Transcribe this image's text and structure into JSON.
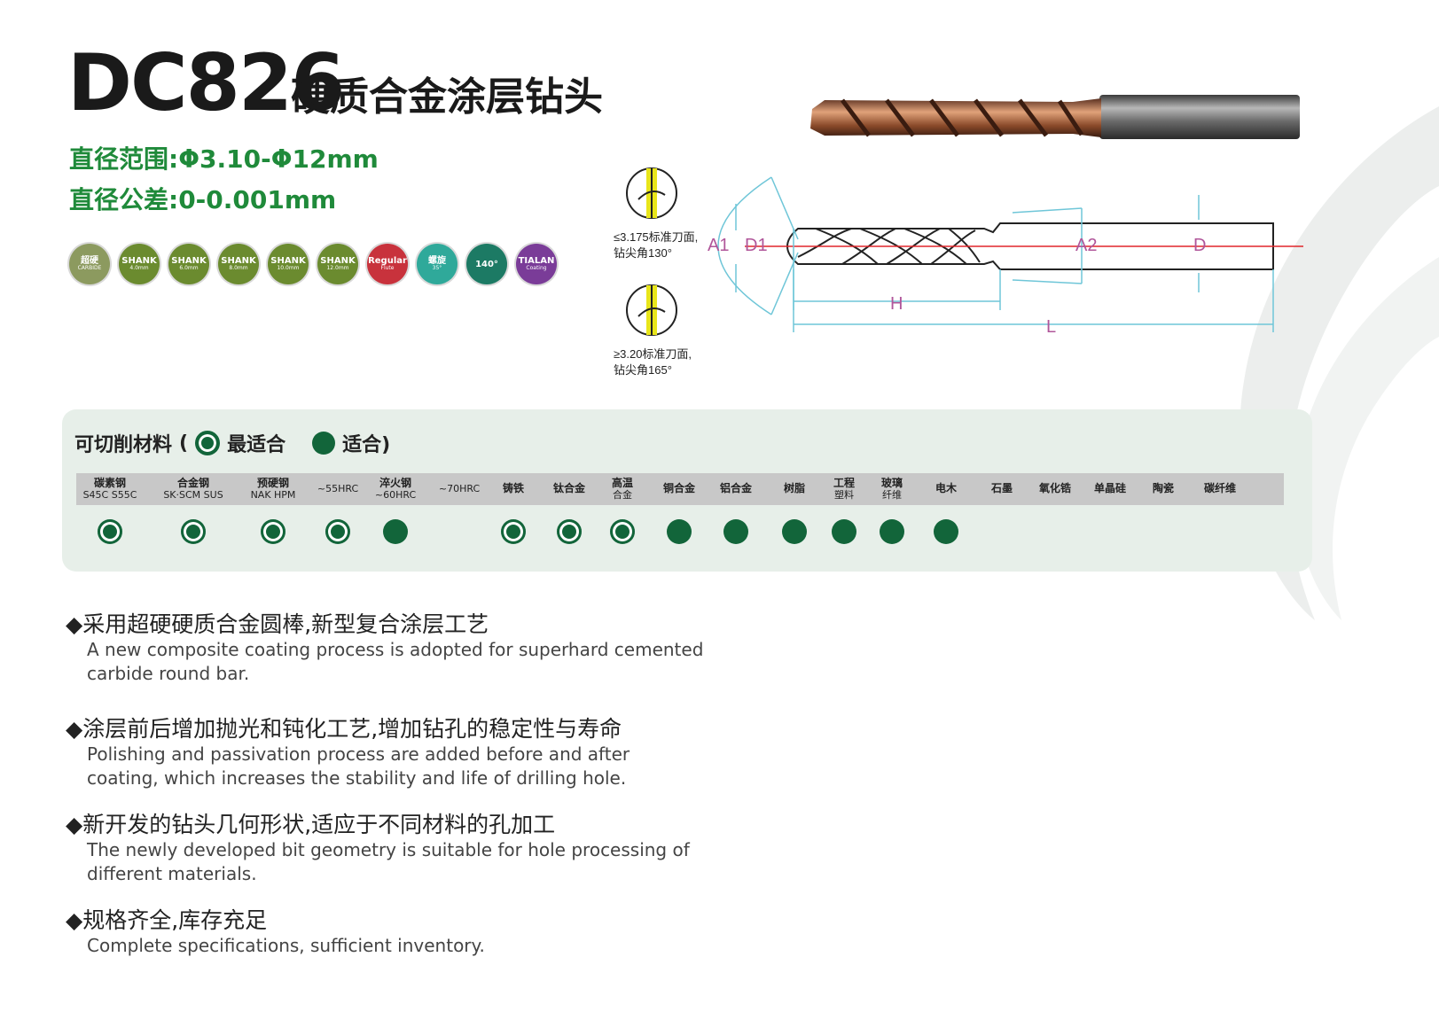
{
  "product": {
    "model": "DC826",
    "name": "硬质合金涂层钻头",
    "diameter_range": "直径范围:Φ3.10-Φ12mm",
    "diameter_tolerance": "直径公差:0-0.001mm"
  },
  "badges": [
    {
      "line1": "超硬",
      "line2": "CARBIDE",
      "line3": "",
      "color": "#8c9a5f"
    },
    {
      "line1": "SHANK",
      "line2": "4.0mm",
      "line3": "",
      "color": "#6b8b2f"
    },
    {
      "line1": "SHANK",
      "line2": "6.0mm",
      "line3": "",
      "color": "#6b8b2f"
    },
    {
      "line1": "SHANK",
      "line2": "8.0mm",
      "line3": "",
      "color": "#6b8b2f"
    },
    {
      "line1": "SHANK",
      "line2": "10.0mm",
      "line3": "",
      "color": "#6b8b2f"
    },
    {
      "line1": "SHANK",
      "line2": "12.0mm",
      "line3": "",
      "color": "#6b8b2f"
    },
    {
      "line1": "Regular",
      "line2": "Flute",
      "line3": "",
      "color": "#c8323c"
    },
    {
      "line1": "螺旋",
      "line2": "35°",
      "line3": "",
      "color": "#2fa99a"
    },
    {
      "line1": "140°",
      "line2": "",
      "line3": "",
      "color": "#1c7a64"
    },
    {
      "line1": "TIALAN",
      "line2": "Coating",
      "line3": "",
      "color": "#7a3c98"
    }
  ],
  "diagram": {
    "tip_note_1a": "≤3.175标准刀面,",
    "tip_note_1b": "钻尖角130°",
    "tip_note_2a": "≥3.20标准刀面,",
    "tip_note_2b": "钻尖角165°",
    "label_A1": "A1",
    "label_D1": "D1",
    "label_A2": "A2",
    "label_D": "D",
    "label_H": "H",
    "label_L": "L"
  },
  "materials_panel": {
    "title": "可切削材料",
    "paren_open": "(",
    "best_label": "最适合",
    "suitable_label": "适合)",
    "items": [
      {
        "name": "碳素钢",
        "sub": "S45C S55C",
        "rating": "best"
      },
      {
        "name": "合金钢",
        "sub": "SK·SCM SUS",
        "rating": "best"
      },
      {
        "name": "预硬钢",
        "sub": "NAK HPM",
        "rating": "best"
      },
      {
        "name": "",
        "sub": "~55HRC",
        "rating": "best"
      },
      {
        "name": "淬火钢",
        "sub": "~60HRC",
        "rating": "suitable"
      },
      {
        "name": "",
        "sub": "~70HRC",
        "rating": "none"
      },
      {
        "name": "铸铁",
        "sub": "",
        "rating": "best"
      },
      {
        "name": "钛合金",
        "sub": "",
        "rating": "best"
      },
      {
        "name": "高温",
        "sub": "合金",
        "rating": "best"
      },
      {
        "name": "铜合金",
        "sub": "",
        "rating": "suitable"
      },
      {
        "name": "铝合金",
        "sub": "",
        "rating": "suitable"
      },
      {
        "name": "树脂",
        "sub": "",
        "rating": "suitable"
      },
      {
        "name": "工程",
        "sub": "塑料",
        "rating": "suitable"
      },
      {
        "name": "玻璃",
        "sub": "纤维",
        "rating": "suitable"
      },
      {
        "name": "电木",
        "sub": "",
        "rating": "suitable"
      },
      {
        "name": "石墨",
        "sub": "",
        "rating": "none"
      },
      {
        "name": "氧化锆",
        "sub": "",
        "rating": "none"
      },
      {
        "name": "单晶硅",
        "sub": "",
        "rating": "none"
      },
      {
        "name": "陶瓷",
        "sub": "",
        "rating": "none"
      },
      {
        "name": "碳纤维",
        "sub": "",
        "rating": "none"
      }
    ]
  },
  "features": [
    {
      "zh": "◆采用超硬硬质合金圆棒,新型复合涂层工艺",
      "en": " A new composite coating process is adopted for superhard cemented carbide round bar."
    },
    {
      "zh": "◆涂层前后增加抛光和钝化工艺,增加钻孔的稳定性与寿命",
      "en": "Polishing and passivation process are added before and after coating, which increases the stability and life of drilling hole."
    },
    {
      "zh": "◆新开发的钻头几何形状,适应于不同材料的孔加工",
      "en": "The newly developed bit geometry is suitable for hole processing of different materials."
    },
    {
      "zh": "◆规格齐全,库存充足",
      "en": "Complete specifications, sufficient inventory."
    }
  ],
  "colors": {
    "green": "#1f8a3a",
    "dark_green": "#12653a",
    "panel_bg": "#e7efe9",
    "dimension": "#6fc6d8",
    "label": "#b0569a",
    "axis": "#e0262b"
  }
}
